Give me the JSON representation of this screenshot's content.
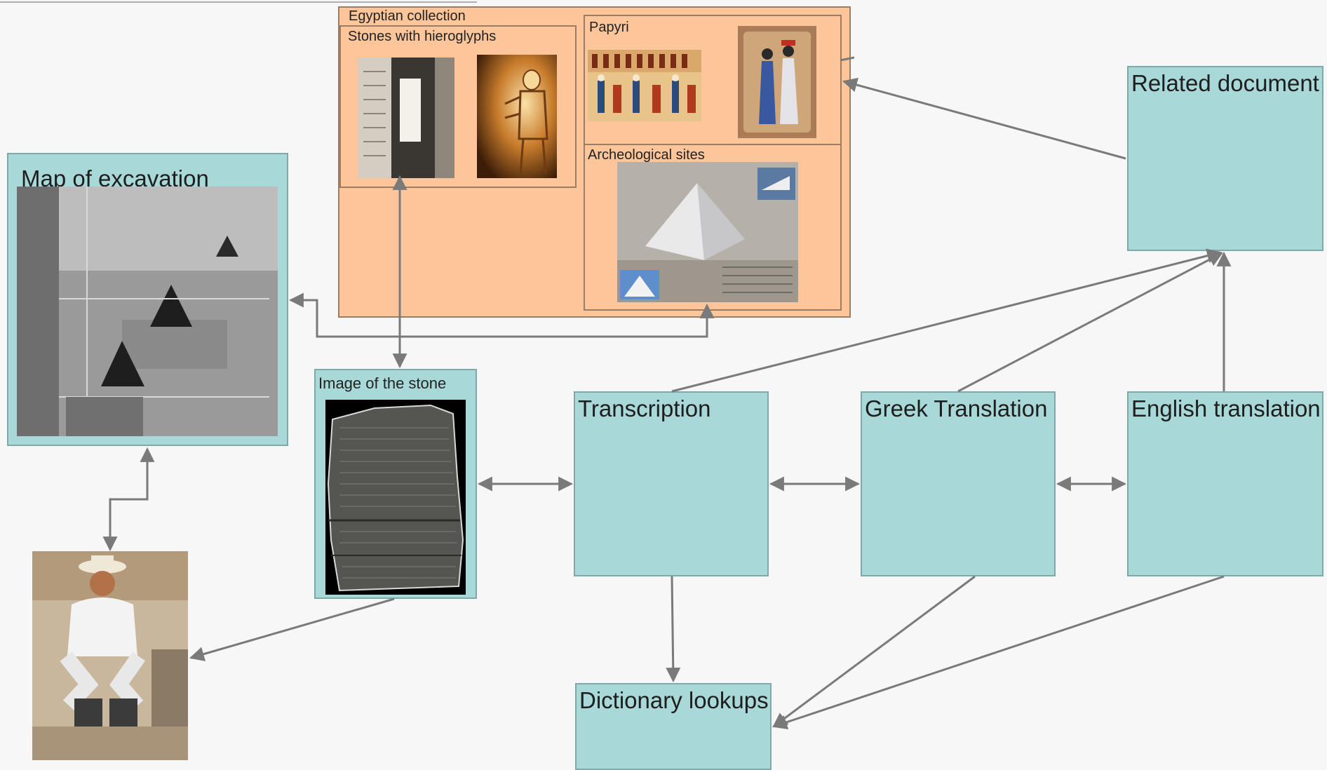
{
  "collection": {
    "title": "Egyptian collection",
    "stones_label": "Stones with hieroglyphs",
    "papyri_label": "Papyri",
    "sites_label": "Archeological sites"
  },
  "nodes": {
    "map": "Map of excavation",
    "stone_image": "Image of the stone",
    "related": "Related document",
    "transcription": "Transcription",
    "greek": "Greek Translation",
    "english": "English translation",
    "dictionary": "Dictionary lookups"
  },
  "colors": {
    "node_fill": "#a8d8d8",
    "collection_fill": "#fcc59a",
    "connector": "#7a7a7a"
  }
}
